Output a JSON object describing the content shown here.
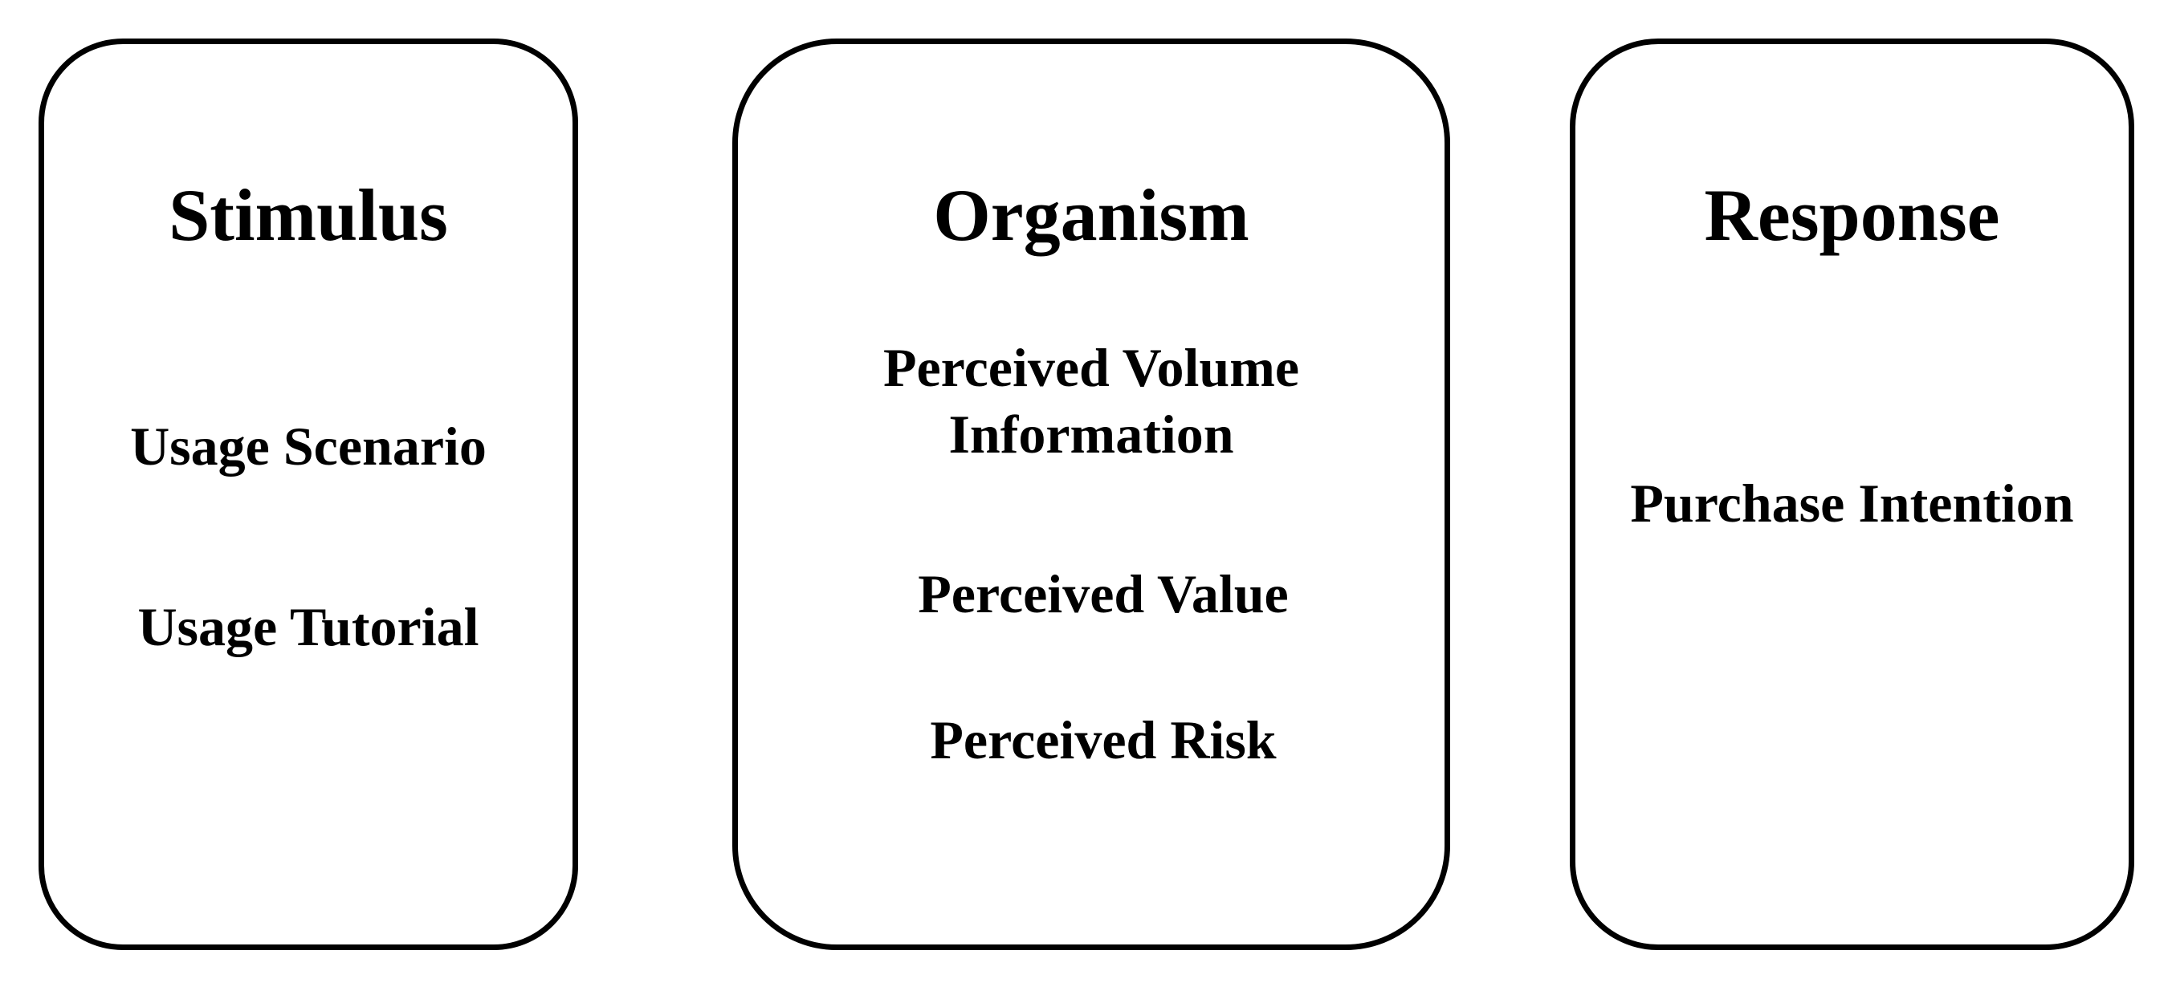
{
  "panels": {
    "stimulus": {
      "title": "Stimulus",
      "items": [
        "Usage Scenario",
        "Usage Tutorial"
      ]
    },
    "organism": {
      "title": "Organism",
      "items": [
        {
          "line1": "Perceived Volume",
          "line2": "Information"
        },
        "Perceived Value",
        "Perceived Risk"
      ]
    },
    "response": {
      "title": "Response",
      "items": [
        "Purchase Intention"
      ]
    }
  }
}
